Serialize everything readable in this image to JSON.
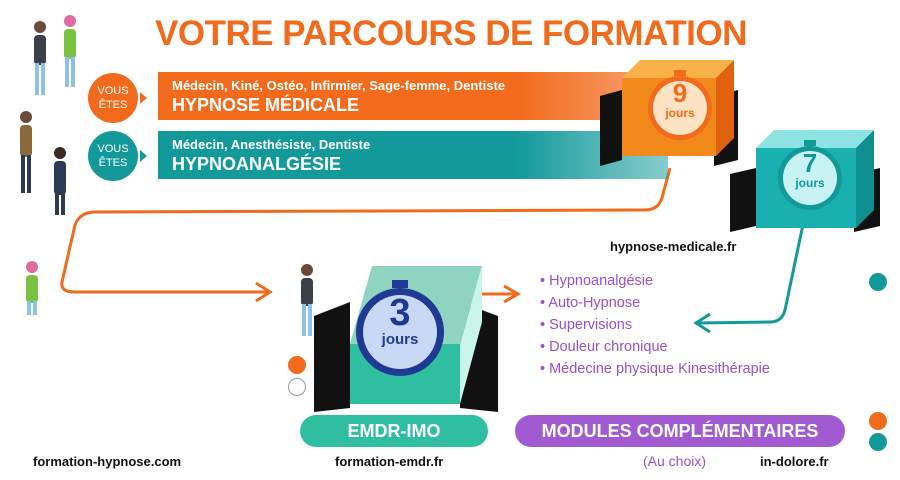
{
  "title": "VOTRE PARCOURS DE FORMATION",
  "colors": {
    "orange": "#f26a1b",
    "teal": "#13999a",
    "green": "#2fbfa0",
    "purple": "#a25ad0",
    "navy": "#1f3a93"
  },
  "tracks": [
    {
      "badge_line1": "VOUS",
      "badge_line2": "ÊTES",
      "audience": "Médecin, Kiné, Ostéo, Infirmier, Sage-femme, Dentiste",
      "name": "HYPNOSE MÉDICALE",
      "duration": "9",
      "unit": "jours",
      "site": "hypnose-medicale.fr"
    },
    {
      "badge_line1": "VOUS",
      "badge_line2": "ÊTES",
      "audience": "Médecin, Anesthésiste, Dentiste",
      "name": "HYPNOANALGÉSIE",
      "duration": "7",
      "unit": "jours"
    }
  ],
  "emdr": {
    "duration": "3",
    "unit": "jours",
    "label": "EMDR-IMO",
    "site": "formation-emdr.fr"
  },
  "modules": {
    "label": "MODULES COMPLÉMENTAIRES",
    "note": "(Au choix)",
    "site": "in-dolore.fr",
    "items": [
      "• Hypnoanalgésie",
      "• Auto-Hypnose",
      "• Supervisions",
      "• Douleur chronique",
      "• Médecine physique  Kinesithérapie"
    ]
  },
  "footer": {
    "site": "formation-hypnose.com"
  }
}
